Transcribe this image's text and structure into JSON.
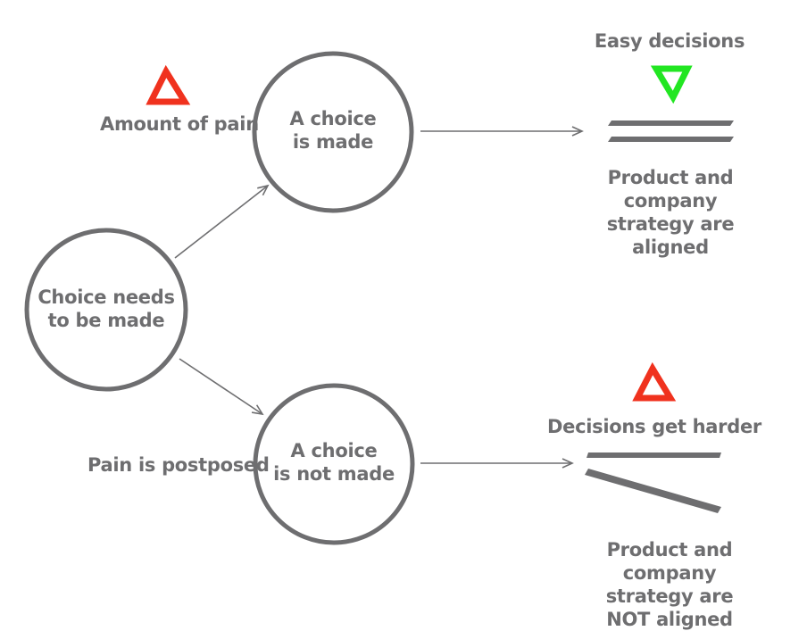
{
  "labels": {
    "amount_of_pain": "Amount of pain",
    "pain_postponed": "Pain is postposed",
    "choice_needs": "Choice needs\nto be made",
    "choice_made": "A choice\nis made",
    "choice_not_made": "A choice\nis not made",
    "easy_decisions": "Easy decisions",
    "decisions_harder": "Decisions get harder",
    "aligned": "Product and company\nstrategy are aligned",
    "not_aligned": "Product and company\nstrategy are NOT aligned"
  },
  "colors": {
    "stroke": "#6e6e70",
    "pain_red": "#f0321e",
    "easy_green": "#22e622"
  },
  "icons": {
    "pain_up": "triangle-up-icon",
    "pain_up_bottom": "triangle-up-icon",
    "easy_down": "triangle-down-icon"
  }
}
